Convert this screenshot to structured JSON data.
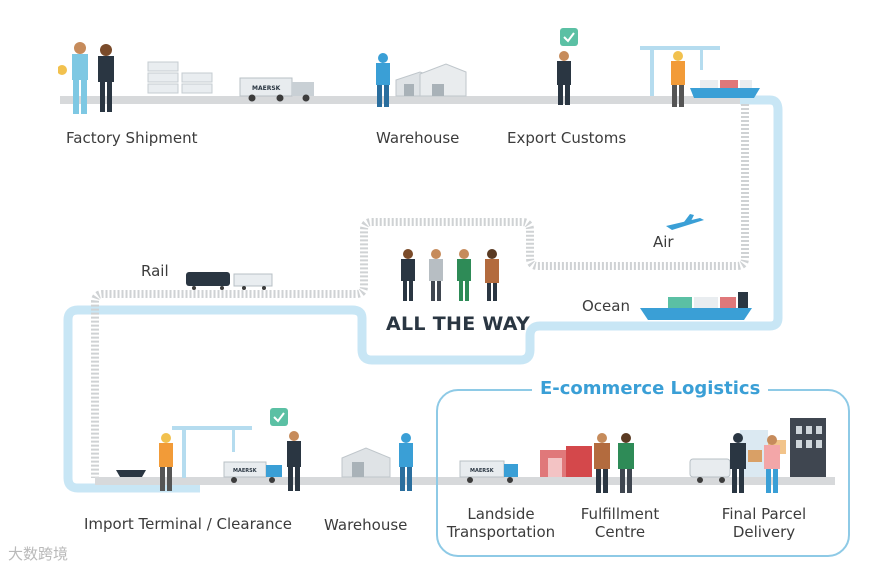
{
  "stages": {
    "factory_shipment": "Factory Shipment",
    "warehouse_top": "Warehouse",
    "export_customs": "Export Customs",
    "air": "Air",
    "ocean": "Ocean",
    "rail": "Rail",
    "all_the_way": "ALL THE WAY",
    "import_terminal": "Import Terminal / Clearance",
    "warehouse_bottom": "Warehouse",
    "landside": "Landside Transportation",
    "fulfillment": "Fulfillment Centre",
    "final_parcel": "Final Parcel Delivery"
  },
  "ecommerce": {
    "title": "E-commerce Logistics"
  },
  "branding": {
    "truck_logo": "MAERSK",
    "container_logo": "MAERSK"
  },
  "watermark": "大数跨境",
  "colors": {
    "road": "#d7d9db",
    "route_blue": "#c8e6f5",
    "accent_blue": "#3a9fd6",
    "navy": "#2a3642"
  }
}
